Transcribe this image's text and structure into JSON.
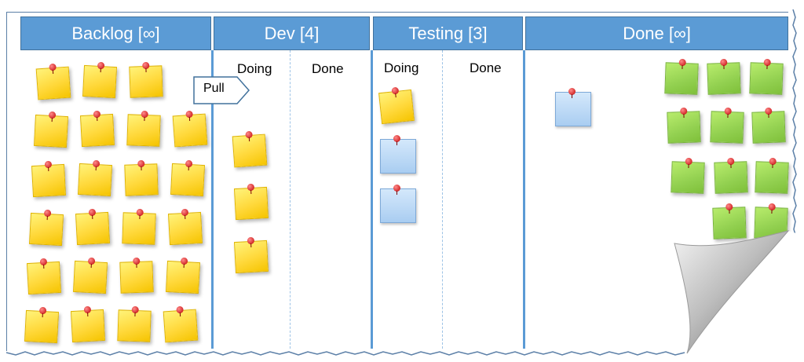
{
  "columns": {
    "backlog": "Backlog [∞]",
    "dev": "Dev [4]",
    "testing": "Testing [3]",
    "done": "Done [∞]"
  },
  "sub_columns": {
    "dev_doing": "Doing",
    "dev_done": "Done",
    "testing_doing": "Doing",
    "testing_done": "Done"
  },
  "pull_label": "Pull",
  "colors": {
    "header": "#5b9bd5",
    "note_yellow": "#ffd83a",
    "note_green": "#92d050",
    "note_blue": "#a9cdf1",
    "pin": "#c00000"
  },
  "cards": {
    "backlog": 23,
    "dev_doing": 3,
    "dev_done": 0,
    "testing_doing_yellow": 1,
    "testing_doing_blue": 2,
    "testing_done": 0,
    "done_blue": 1,
    "done_green": 11
  }
}
